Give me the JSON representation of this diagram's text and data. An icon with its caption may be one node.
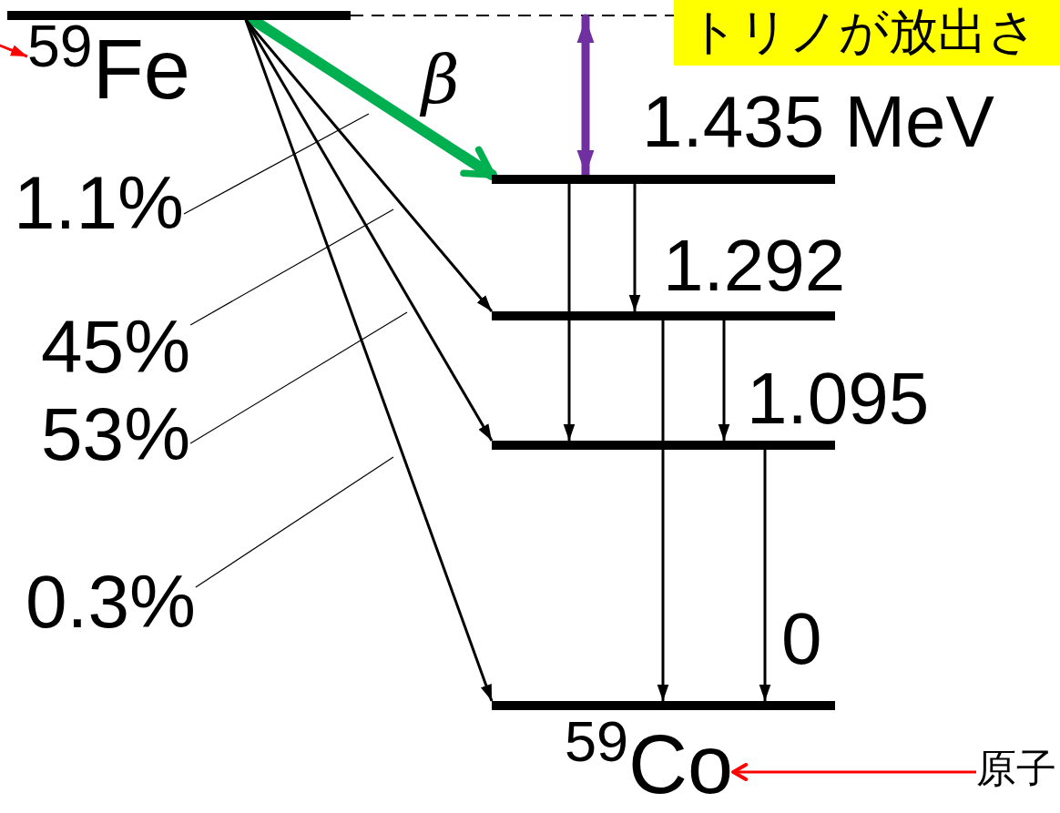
{
  "diagram": {
    "nodes": [
      {
        "text": [],
        "shape": "bar"
      },
      {
        "text": [
          "$^{59}$Fe"
        ]
      },
      {
        "text": [
          "トリノが放出さ"
        ]
      },
      {
        "text": [],
        "shape": "bar",
        "beside": [
          "1.435 MeV"
        ]
      },
      {
        "text": [],
        "shape": "bar",
        "beside": [
          "1.292"
        ]
      },
      {
        "text": [],
        "shape": "bar",
        "beside": [
          "1.095"
        ]
      },
      {
        "text": [],
        "shape": "bar",
        "beside": [
          "0"
        ]
      },
      {
        "text": [
          "$^{59}$Co"
        ]
      },
      {
        "text": [
          "原子"
        ]
      },
      {
        "text": [
          "1.1%"
        ]
      },
      {
        "text": [
          "45%"
        ]
      },
      {
        "text": [
          "53%"
        ]
      },
      {
        "text": [
          "0.3%"
        ]
      }
    ],
    "edges": [
      {
        "from": 0,
        "to": 3,
        "arrow": "to",
        "label": "β",
        "style": "thick",
        "color": "#00b050"
      },
      {
        "from": 0,
        "to": 4,
        "arrow": "to"
      },
      {
        "from": 0,
        "to": 5,
        "arrow": "to"
      },
      {
        "from": 0,
        "to": 6,
        "arrow": "to"
      },
      {
        "from": 0,
        "to": 2,
        "arrow": "none",
        "style": "dashed"
      },
      {
        "from": null,
        "to": 3,
        "arrow": "both",
        "style": "thick",
        "color": "#7030a0"
      },
      {
        "from": 3,
        "to": 5,
        "arrow": "to"
      },
      {
        "from": 3,
        "to": 4,
        "arrow": "to"
      },
      {
        "from": 4,
        "to": 6,
        "arrow": "to"
      },
      {
        "from": 4,
        "to": 5,
        "arrow": "to"
      },
      {
        "from": 5,
        "to": 6,
        "arrow": "to"
      },
      {
        "from": 8,
        "to": 7,
        "arrow": "to",
        "color": "#ff0000"
      },
      {
        "from": null,
        "to": 1,
        "arrow": "to",
        "color": "#ff0000"
      },
      {
        "from": 9,
        "to": null,
        "arrow": "none"
      },
      {
        "from": 10,
        "to": null,
        "arrow": "none"
      },
      {
        "from": 11,
        "to": null,
        "arrow": "none"
      },
      {
        "from": 12,
        "to": null,
        "arrow": "none"
      }
    ]
  }
}
